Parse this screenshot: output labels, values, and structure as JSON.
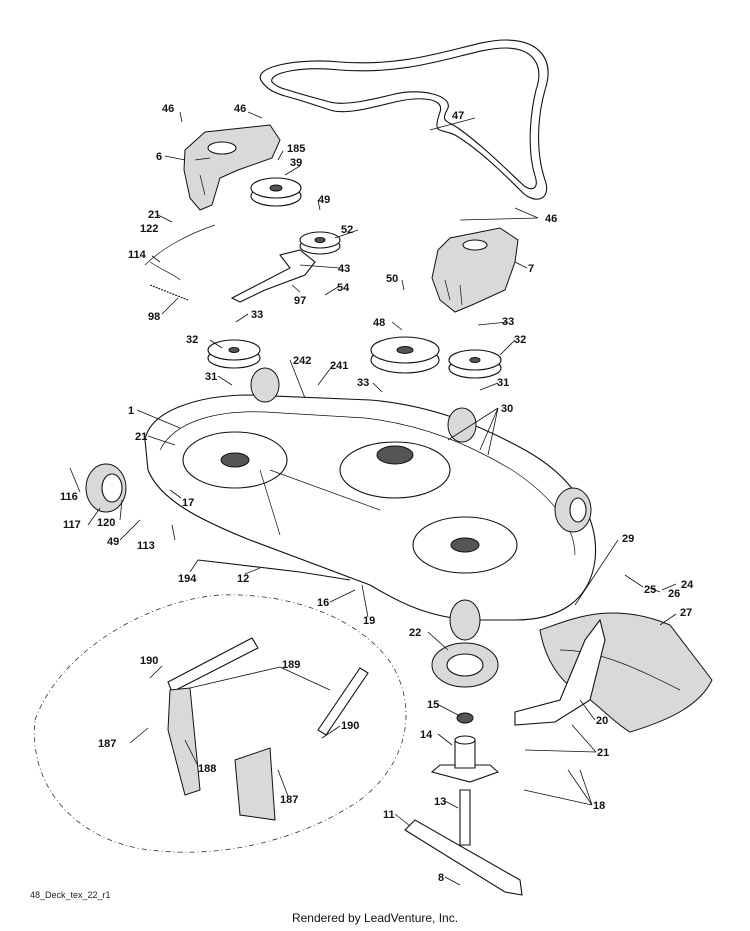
{
  "figure": {
    "caption": "48_Deck_tex_22_r1",
    "footer": "Rendered by LeadVenture, Inc."
  },
  "callouts": [
    "46",
    "46",
    "6",
    "185",
    "39",
    "47",
    "49",
    "52",
    "21",
    "122",
    "114",
    "43",
    "97",
    "54",
    "98",
    "50",
    "46",
    "7",
    "33",
    "32",
    "31",
    "242",
    "241",
    "48",
    "33",
    "32",
    "31",
    "33",
    "30",
    "1",
    "21",
    "116",
    "117",
    "120",
    "17",
    "49",
    "113",
    "194",
    "12",
    "29",
    "25",
    "26",
    "24",
    "27",
    "16",
    "19",
    "22",
    "15",
    "14",
    "13",
    "11",
    "8",
    "21",
    "20",
    "18",
    "190",
    "189",
    "190",
    "187",
    "188",
    "187"
  ]
}
